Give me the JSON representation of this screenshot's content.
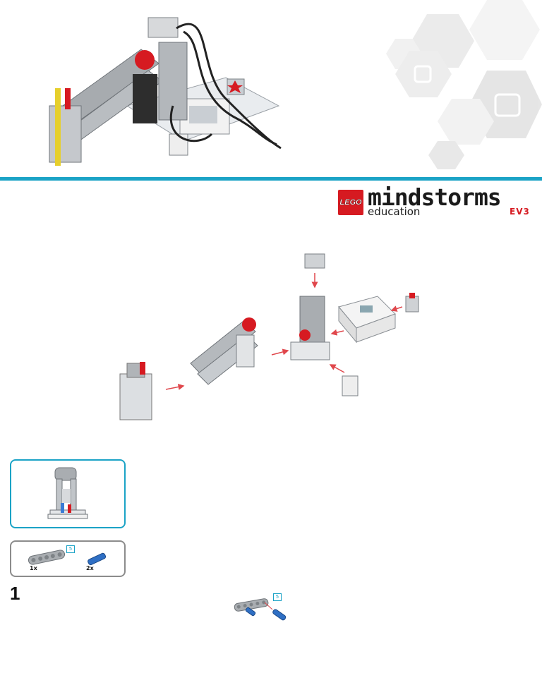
{
  "brand": {
    "lego": "LEGO",
    "product": "mindstorms",
    "edition": "education",
    "platform": "EV3"
  },
  "colors": {
    "accent": "#1ba3c6",
    "brand_red": "#d61a21",
    "frame_grey": "#8c8c8c"
  },
  "parts_list": {
    "items": [
      {
        "icon": "beam-icon",
        "qty": "1x",
        "length_badge": "5"
      },
      {
        "icon": "axle-pin-icon",
        "qty": "2x"
      }
    ]
  },
  "step": {
    "number": "1",
    "length_badge": "5"
  }
}
